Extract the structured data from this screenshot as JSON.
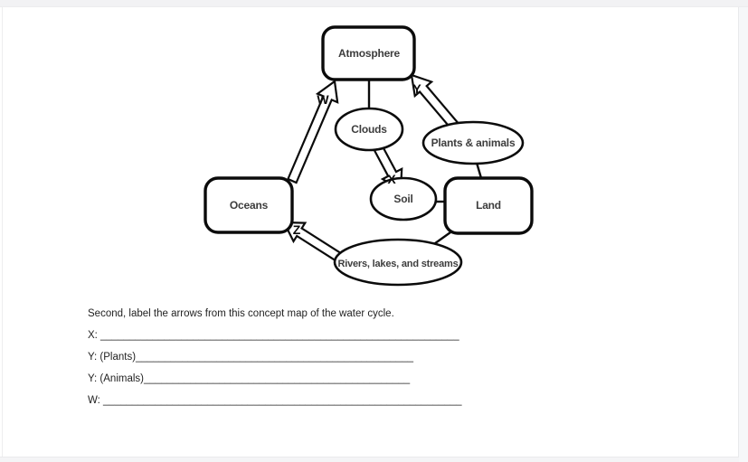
{
  "colors": {
    "ink": "#0b0b0b",
    "label_text": "#3d3d3d",
    "body_text": "#1f1f1f",
    "page_surface": "#ffffff",
    "chrome_strip": "#f2f2f4"
  },
  "diagram": {
    "title_semantic": "water cycle concept map",
    "nodes": {
      "atmosphere": {
        "label": "Atmosphere",
        "shape": "rounded-rect"
      },
      "clouds": {
        "label": "Clouds",
        "shape": "ellipse"
      },
      "plants_animals": {
        "label": "Plants & animals",
        "shape": "ellipse"
      },
      "oceans": {
        "label": "Oceans",
        "shape": "rounded-rect"
      },
      "soil": {
        "label": "Soil",
        "shape": "ellipse"
      },
      "land": {
        "label": "Land",
        "shape": "rounded-rect"
      },
      "rivers": {
        "label": "Rivers, lakes, and streams",
        "shape": "ellipse"
      }
    },
    "arrow_labels": {
      "w": "W",
      "x": "X",
      "y": "Y",
      "z": "Z"
    },
    "edges": [
      {
        "from": "oceans",
        "to": "atmosphere",
        "type": "hollow-arrow",
        "label": "W"
      },
      {
        "from": "plants_animals",
        "to": "atmosphere",
        "type": "hollow-arrow",
        "label": "Y"
      },
      {
        "from": "clouds",
        "to": "soil",
        "type": "hollow-arrow",
        "label": "X"
      },
      {
        "from": "rivers",
        "to": "oceans",
        "type": "hollow-arrow",
        "label": "Z"
      },
      {
        "from": "atmosphere",
        "to": "clouds",
        "type": "line"
      },
      {
        "from": "plants_animals",
        "to": "land",
        "type": "line"
      },
      {
        "from": "soil",
        "to": "land",
        "type": "line"
      },
      {
        "from": "land",
        "to": "rivers",
        "type": "line"
      }
    ]
  },
  "worksheet": {
    "prompt": "Second, label the arrows from this concept map of the water cycle.",
    "blanks": [
      {
        "key": "X",
        "text": "X: ______________________________________________________________"
      },
      {
        "key": "Y-plants",
        "text": "Y: (Plants)________________________________________________"
      },
      {
        "key": "Y-animals",
        "text": "Y: (Animals)______________________________________________"
      },
      {
        "key": "W",
        "text": "W: ______________________________________________________________"
      }
    ]
  }
}
